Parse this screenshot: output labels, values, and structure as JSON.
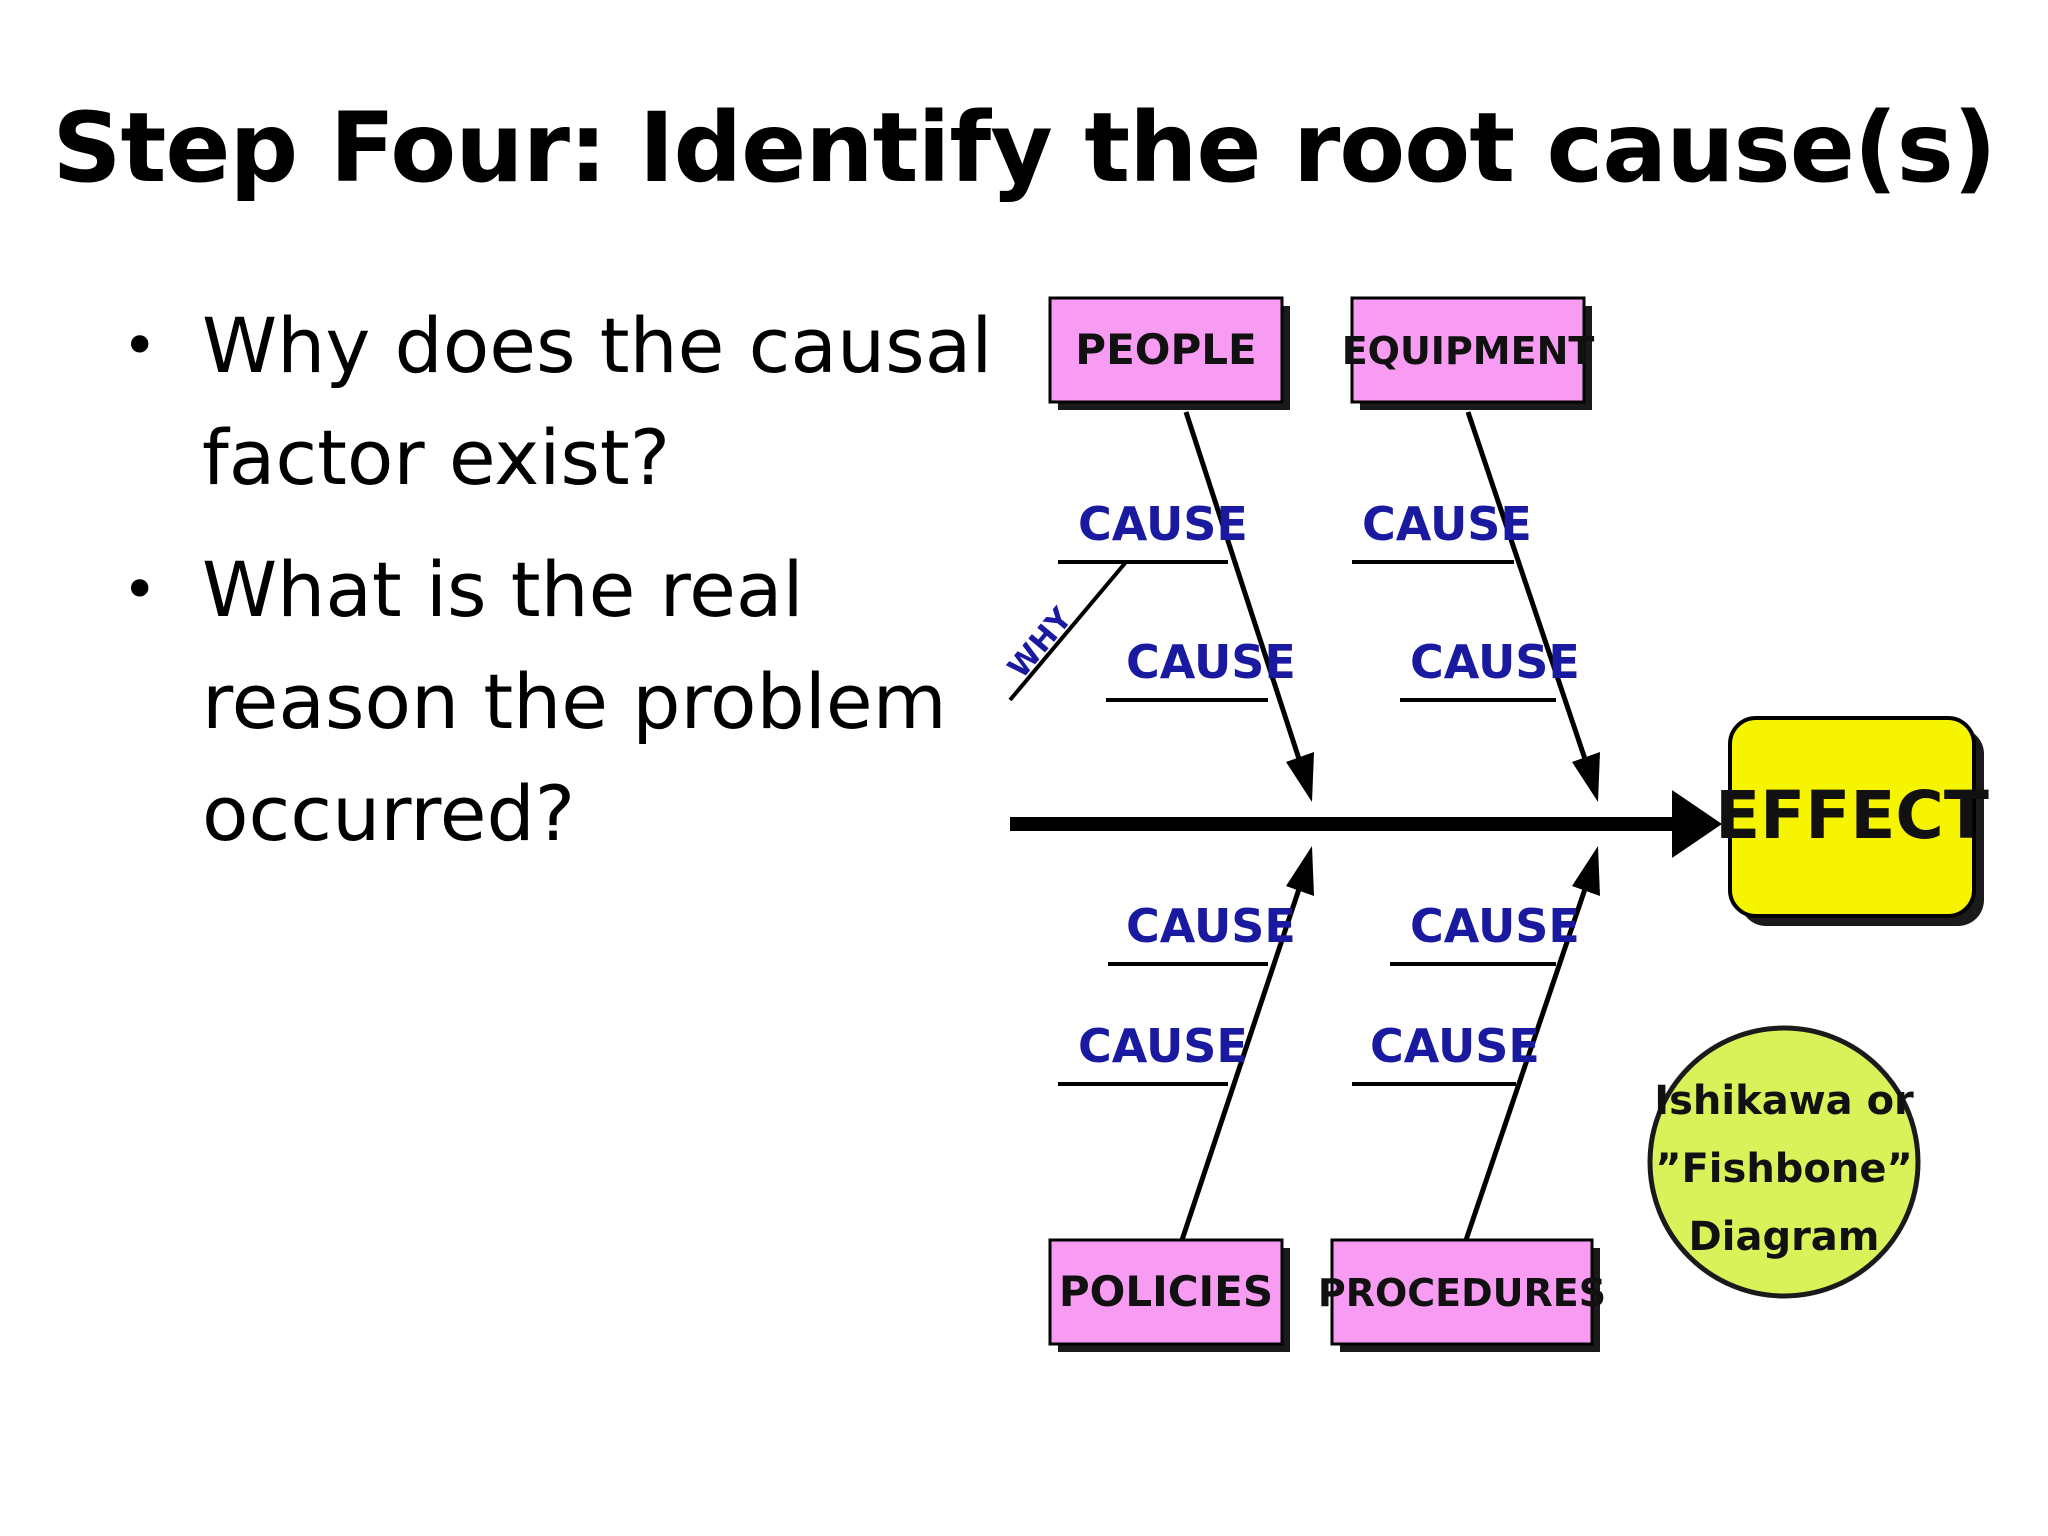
{
  "title": "Step Four: Identify the root cause(s)",
  "bullets": [
    "Why does the causal factor exist?",
    "What is the real reason the problem occurred?"
  ],
  "bullet_lines": [
    [
      "Why does the causal",
      "factor exist?"
    ],
    [
      "What is the real",
      "reason the problem",
      "occurred?"
    ]
  ],
  "diagram": {
    "categories": {
      "people": "PEOPLE",
      "equipment": "EQUIPMENT",
      "policies": "POLICIES",
      "procedures": "PROCEDURES"
    },
    "cause_label": "CAUSE",
    "why_label": "WHY",
    "effect_label": "EFFECT",
    "caption_lines": [
      "Ishikawa or",
      "”Fishbone”",
      "Diagram"
    ],
    "colors": {
      "category_box": "#f79cf2",
      "effect_box": "#f7f400",
      "caption_circle": "#d9f25a",
      "cause_text": "#1a1aa0"
    }
  }
}
